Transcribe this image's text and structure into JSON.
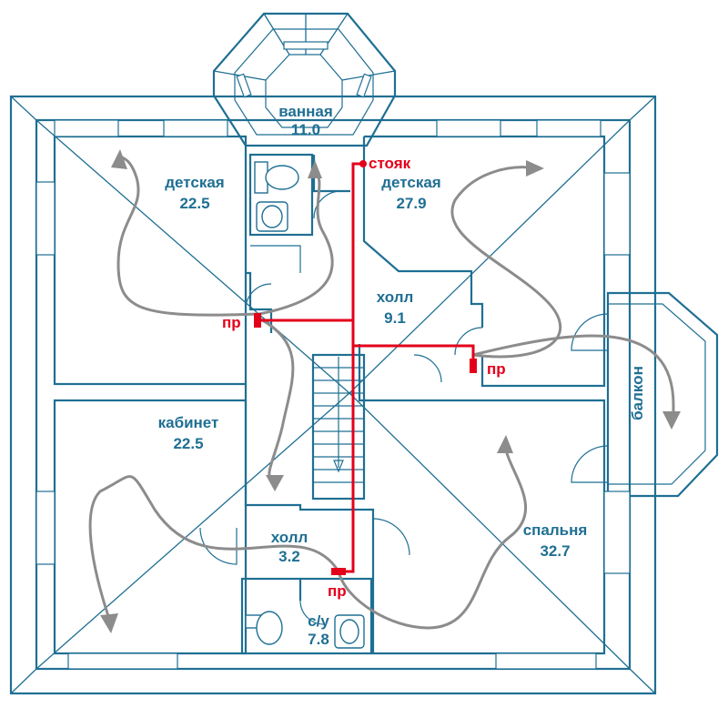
{
  "rooms": [
    {
      "id": "bathroom",
      "name": "ванная",
      "area": "11.0"
    },
    {
      "id": "kids-left",
      "name": "детская",
      "area": "22.5"
    },
    {
      "id": "kids-right",
      "name": "детская",
      "area": "27.9"
    },
    {
      "id": "hall-top",
      "name": "холл",
      "area": "9.1"
    },
    {
      "id": "study",
      "name": "кабинет",
      "area": "22.5"
    },
    {
      "id": "hall-bottom",
      "name": "холл",
      "area": "3.2"
    },
    {
      "id": "bedroom",
      "name": "спальня",
      "area": "32.7"
    },
    {
      "id": "wc",
      "name": "с/у",
      "area": "7.8"
    }
  ],
  "balcony": "балкон",
  "riser": "стояк",
  "inlets": [
    "пр",
    "пр",
    "пр"
  ],
  "colors": {
    "walls": "#1f6f93",
    "airflow": "#8c8c8c",
    "ventilation": "#e3001b",
    "background": "#ffffff"
  }
}
